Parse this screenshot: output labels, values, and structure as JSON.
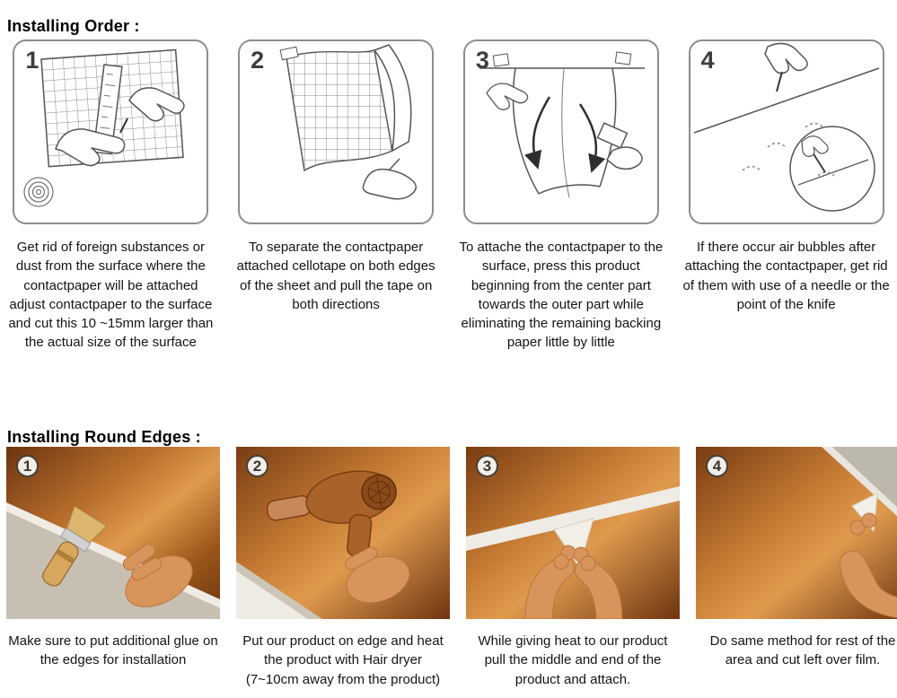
{
  "order_section": {
    "title": "Installing Order :",
    "steps": [
      {
        "number": "1",
        "caption": "Get rid of foreign substances or dust from the surface where the contactpaper will be attached adjust contactpaper to the surface and cut this 10 ~15mm larger than the actual size of the surface"
      },
      {
        "number": "2",
        "caption": "To separate the contactpaper attached cellotape on both edges of the sheet and pull the tape on both directions"
      },
      {
        "number": "3",
        "caption": "To attache the contactpaper to the surface, press this product beginning from the center part towards the outer part while eliminating the remaining backing paper little by little"
      },
      {
        "number": "4",
        "caption": "If there occur air bubbles after attaching the contactpaper, get rid of them with use of a needle or the point of the knife"
      }
    ]
  },
  "round_section": {
    "title": "Installing Round Edges :",
    "steps": [
      {
        "number": "1",
        "caption": "Make sure to put additional glue on the edges for installation"
      },
      {
        "number": "2",
        "caption": "Put our product on edge and heat the product with Hair dryer (7~10cm away from the product)"
      },
      {
        "number": "3",
        "caption": "While giving heat to our product pull the middle and end of the product and attach."
      },
      {
        "number": "4",
        "caption": "Do same method for rest of the area and cut left over film."
      }
    ]
  },
  "illustrations": {
    "order": [
      "surface-prep-and-cut-illustration",
      "tape-separation-illustration",
      "center-press-attach-illustration",
      "air-bubble-needle-illustration"
    ],
    "round": [
      "glue-brush-photo",
      "hair-dryer-heat-photo",
      "pull-middle-photo",
      "trim-leftover-film-photo"
    ]
  },
  "colors": {
    "line": "#555555",
    "copper_dark": "#6e3410",
    "copper_mid": "#b96f2c",
    "copper_light": "#e09a4e",
    "backing_white": "#efece6",
    "substrate_gray": "#c7c0b2",
    "skin": "#d9945c"
  }
}
